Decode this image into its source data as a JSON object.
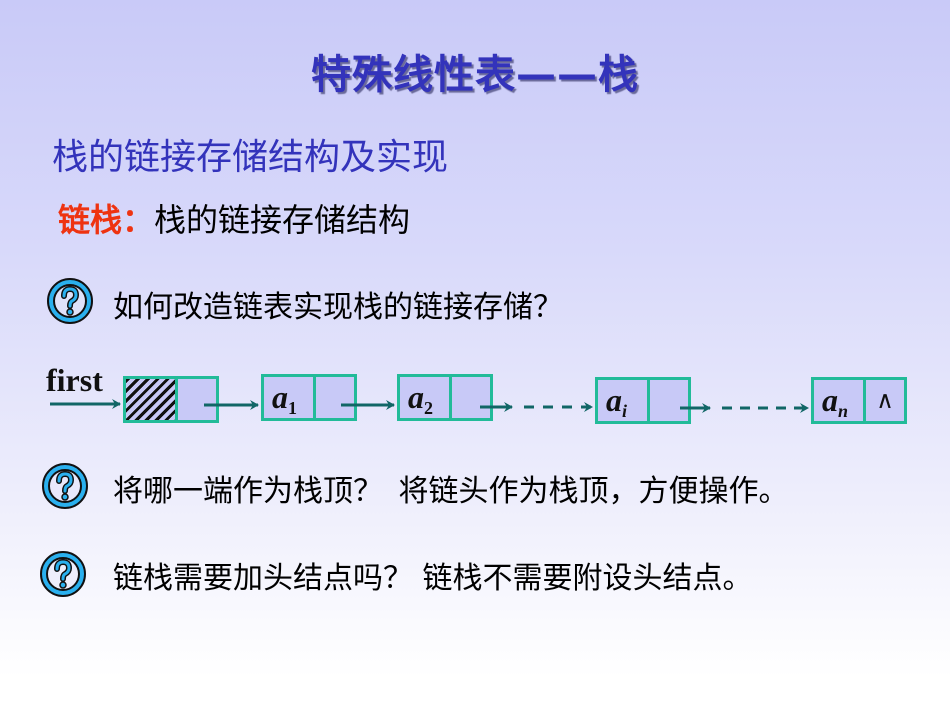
{
  "slide": {
    "title": "特殊线性表——栈",
    "subtitle": "栈的链接存储结构及实现",
    "definition": {
      "term": "链栈：",
      "text": "栈的链接存储结构"
    },
    "questions": [
      {
        "icon": "question-circle-icon",
        "question": "如何改造链表实现栈的链接存储？",
        "answer": ""
      },
      {
        "icon": "question-circle-icon",
        "question": "将哪一端作为栈顶？",
        "answer": "将链头作为栈顶，方便操作。"
      },
      {
        "icon": "question-circle-icon",
        "question": "链栈需要加头结点吗？",
        "answer": "链栈不需要附设头结点。"
      }
    ]
  },
  "diagram": {
    "head_pointer_label": "first",
    "nodes": [
      {
        "id": "head",
        "data": "",
        "data_sub": "",
        "hatched": true,
        "next": ""
      },
      {
        "id": "a1",
        "data": "a",
        "data_sub": "1",
        "hatched": false,
        "next": ""
      },
      {
        "id": "a2",
        "data": "a",
        "data_sub": "2",
        "hatched": false,
        "next": ""
      },
      {
        "id": "ai",
        "data": "a",
        "data_sub": "i",
        "hatched": false,
        "next": ""
      },
      {
        "id": "an",
        "data": "a",
        "data_sub": "n",
        "hatched": false,
        "next": "∧"
      }
    ],
    "colors": {
      "node_border": "#22bb99",
      "node_fill": "#c8c9f7",
      "arrow": "#116666",
      "title": "#3333bb",
      "term": "#ee3311"
    }
  }
}
